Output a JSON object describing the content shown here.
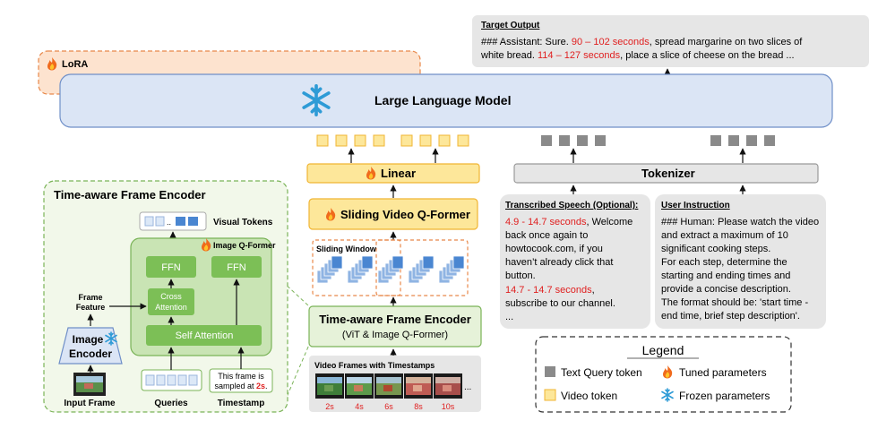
{
  "colors": {
    "llm_fill": "#dbe5f5",
    "llm_stroke": "#6f8fc8",
    "lora_fill": "#fde3cf",
    "lora_stroke": "#e8884a",
    "green_fill": "#e6f2d9",
    "green_dark": "#7ab357",
    "green_box": "#9fcf7f",
    "yellow_fill": "#fde79a",
    "yellow_stroke": "#f0b533",
    "gray_box": "#e6e6e6",
    "gray_stroke": "#9a9a9a",
    "red_text": "#e02020",
    "fire_icon": "flame",
    "frozen_icon": "snowflake"
  },
  "target_output": {
    "title": "Target Output",
    "line1_prefix": "### Assistant: Sure. ",
    "line1_time": "90 – 102 seconds",
    "line1_suffix": ", spread margarine on two slices of",
    "line2_prefix": "white bread. ",
    "line2_time": "114 – 127 seconds",
    "line2_suffix": ",  place a slice of cheese on the bread ..."
  },
  "lora": {
    "label": "LoRA"
  },
  "llm": {
    "label": "Large Language Model"
  },
  "linear": {
    "label": "Linear"
  },
  "tokenizer": {
    "label": "Tokenizer"
  },
  "sliding_qformer": {
    "label": "Sliding Video Q-Former"
  },
  "sliding_window": {
    "label": "Sliding Window"
  },
  "tafe_main": {
    "title": "Time-aware Frame Encoder",
    "subtitle": "(ViT & Image Q-Former)"
  },
  "video_frames": {
    "title": "Video Frames with Timestamps",
    "timestamps": [
      "2s",
      "4s",
      "6s",
      "8s",
      "10s"
    ],
    "ellipsis": "..."
  },
  "speech": {
    "title": "Transcribed Speech (Optional):",
    "seg1_time": "4.9 - 14.7 seconds",
    "seg1_lines": [
      ", Welcome",
      "back once again to",
      "howtocook.com, if you",
      "haven’t already click that",
      "button."
    ],
    "seg2_time": "14.7 - 14.7 seconds",
    "seg2_lines": [
      ",",
      "subscribe to our channel.",
      "..."
    ]
  },
  "instruction": {
    "title": "User Instruction",
    "lines": [
      "### Human: Please watch the video",
      "and extract a maximum of 10",
      "significant cooking steps.",
      "For each step, determine the",
      "starting and ending times and",
      "provide a concise description.",
      "The format should be: 'start time -",
      "end time, brief step description'."
    ]
  },
  "legend": {
    "title": "Legend",
    "text_query": "Text Query token",
    "tuned": "Tuned parameters",
    "video_token": "Video token",
    "frozen": "Frozen parameters"
  },
  "tafe_detail": {
    "title": "Time-aware Frame Encoder",
    "visual_tokens": "Visual Tokens",
    "image_qformer": "Image Q-Former",
    "ffn": "FFN",
    "cross_attention_1": "Cross",
    "cross_attention_2": "Attention",
    "self_attention": "Self Attention",
    "frame_feature_1": "Frame",
    "frame_feature_2": "Feature",
    "image_encoder_1": "Image",
    "image_encoder_2": "Encoder",
    "input_frame": "Input Frame",
    "queries": "Queries",
    "timestamp": "Timestamp",
    "ts_line1": "This frame is",
    "ts_line2_prefix": "sampled at ",
    "ts_value": "2s",
    "ts_period": "."
  }
}
